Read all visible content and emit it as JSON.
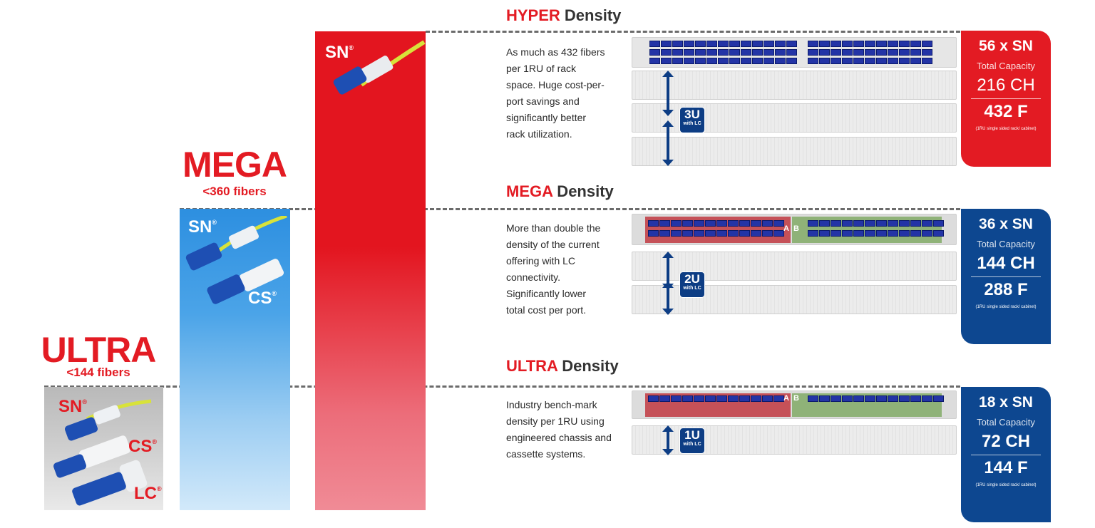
{
  "tiers": {
    "mega": {
      "name": "MEGA",
      "sub": "<360 fibers"
    },
    "ultra": {
      "name": "ULTRA",
      "sub": "<144 fibers"
    }
  },
  "connectors": {
    "hyper_sn": "SN",
    "mega_sn": "SN",
    "mega_cs": "CS",
    "ultra_sn": "SN",
    "ultra_cs": "CS",
    "ultra_lc": "LC"
  },
  "trademark": "®",
  "sections": [
    {
      "id": "hyper",
      "heading_highlight": "HYPER",
      "heading_rest": " Density",
      "description": "As much as 432 fibers per 1RU of rack space. Huge cost-per-port savings and significantly better rack utilization.",
      "badge_units": "3U",
      "badge_with": "with LC",
      "card": {
        "count": "56 x SN",
        "label": "Total Capacity",
        "channels": "216 CH",
        "fibers": "432 F",
        "note": "(1RU single sided rack/ cabinet)"
      }
    },
    {
      "id": "mega",
      "heading_highlight": "MEGA",
      "heading_rest": " Density",
      "description": "More than double the density of the current offering with LC connectivity. Significantly lower total cost per port.",
      "badge_units": "2U",
      "badge_with": "with LC",
      "panel_a": "A",
      "panel_b": "B",
      "card": {
        "count": "36 x SN",
        "label": "Total Capacity",
        "channels": "144 CH",
        "fibers": "288 F",
        "note": "(1RU single sided rack/ cabinet)"
      }
    },
    {
      "id": "ultra",
      "heading_highlight": "ULTRA",
      "heading_rest": " Density",
      "description": "Industry bench-mark density per 1RU using engineered chassis and cassette systems.",
      "badge_units": "1U",
      "badge_with": "with LC",
      "panel_a": "A",
      "panel_b": "B",
      "card": {
        "count": "18 x SN",
        "label": "Total Capacity",
        "channels": "72 CH",
        "fibers": "144 F",
        "note": "(1RU single sided rack/ cabinet)"
      }
    }
  ],
  "colors": {
    "red": "#e31b23",
    "blue": "#0d4790",
    "navy": "#0d3d84",
    "dash": "#6b6b6b"
  }
}
